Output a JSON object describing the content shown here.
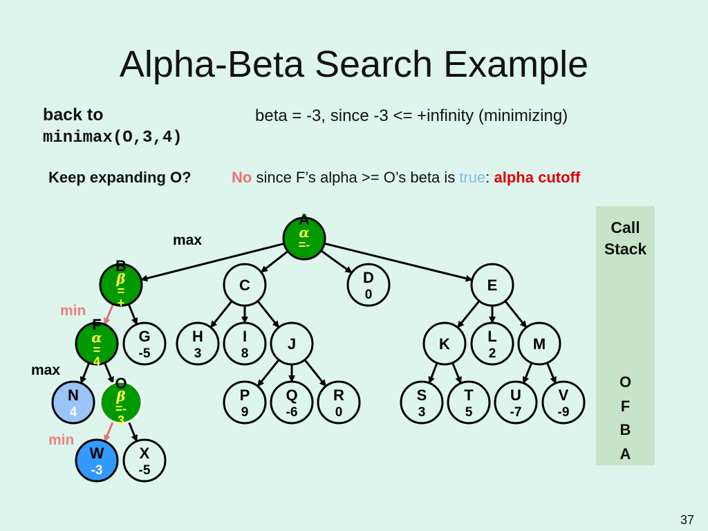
{
  "title": "Alpha-Beta Search Example",
  "back_to": "back to",
  "call": "minimax(O,3,4)",
  "beta_note": "beta = -3, since -3 <= +infinity  (minimizing)",
  "question": "Keep expanding O?",
  "answer": {
    "no": "No",
    "middle": " since F’s alpha >= O’s beta is ",
    "true": "true",
    "colon": ": ",
    "cutoff": "alpha cutoff"
  },
  "level_labels": {
    "max1": "max",
    "min1": "min",
    "max2": "max",
    "min2": "min"
  },
  "call_stack": {
    "title1": "Call",
    "title2": "Stack",
    "items": [
      "O",
      "F",
      "B",
      "A"
    ]
  },
  "colors": {
    "active": "#009900",
    "leaf_blue_light": "#99c4f5",
    "leaf_blue": "#3399ff",
    "edge_pink": "#e87070",
    "annot_yellow": "#ffff44"
  },
  "nodes": [
    {
      "id": "A",
      "value": "",
      "annot": [
        "α",
        "=-"
      ],
      "fill": "#009900"
    },
    {
      "id": "B",
      "value": "",
      "annot": [
        "β",
        "=",
        "+"
      ],
      "fill": "#009900"
    },
    {
      "id": "C",
      "value": "",
      "fill": "none"
    },
    {
      "id": "D",
      "value": "0",
      "fill": "none"
    },
    {
      "id": "E",
      "value": "",
      "fill": "none"
    },
    {
      "id": "F",
      "value": "",
      "annot": [
        "α",
        "=",
        "4"
      ],
      "fill": "#009900"
    },
    {
      "id": "G",
      "value": "-5",
      "fill": "none"
    },
    {
      "id": "H",
      "value": "3",
      "fill": "none"
    },
    {
      "id": "I",
      "value": "8",
      "fill": "none"
    },
    {
      "id": "J",
      "value": "",
      "fill": "none"
    },
    {
      "id": "K",
      "value": "",
      "fill": "none"
    },
    {
      "id": "L",
      "value": "2",
      "fill": "none"
    },
    {
      "id": "M",
      "value": "",
      "fill": "none"
    },
    {
      "id": "N",
      "value": "4",
      "fill": "#99c4f5"
    },
    {
      "id": "O",
      "value": "",
      "annot": [
        "β",
        "=-",
        "3"
      ],
      "fill": "#009900"
    },
    {
      "id": "P",
      "value": "9",
      "fill": "none"
    },
    {
      "id": "Q",
      "value": "-6",
      "fill": "none"
    },
    {
      "id": "R",
      "value": "0",
      "fill": "none"
    },
    {
      "id": "S",
      "value": "3",
      "fill": "none"
    },
    {
      "id": "T",
      "value": "5",
      "fill": "none"
    },
    {
      "id": "U",
      "value": "-7",
      "fill": "none"
    },
    {
      "id": "V",
      "value": "-9",
      "fill": "none"
    },
    {
      "id": "W",
      "value": "-3",
      "fill": "#3399ff"
    },
    {
      "id": "X",
      "value": "-5",
      "fill": "none"
    }
  ],
  "edges": [
    [
      "A",
      "B"
    ],
    [
      "A",
      "C"
    ],
    [
      "A",
      "D"
    ],
    [
      "A",
      "E"
    ],
    [
      "B",
      "F",
      "pink"
    ],
    [
      "B",
      "G"
    ],
    [
      "C",
      "H"
    ],
    [
      "C",
      "I"
    ],
    [
      "C",
      "J"
    ],
    [
      "J",
      "P"
    ],
    [
      "J",
      "Q"
    ],
    [
      "J",
      "R"
    ],
    [
      "E",
      "K"
    ],
    [
      "E",
      "L"
    ],
    [
      "E",
      "M"
    ],
    [
      "K",
      "S"
    ],
    [
      "K",
      "T"
    ],
    [
      "M",
      "U"
    ],
    [
      "M",
      "V"
    ],
    [
      "F",
      "N"
    ],
    [
      "F",
      "O"
    ],
    [
      "O",
      "W",
      "pink"
    ],
    [
      "O",
      "X"
    ]
  ],
  "page_number": "37"
}
